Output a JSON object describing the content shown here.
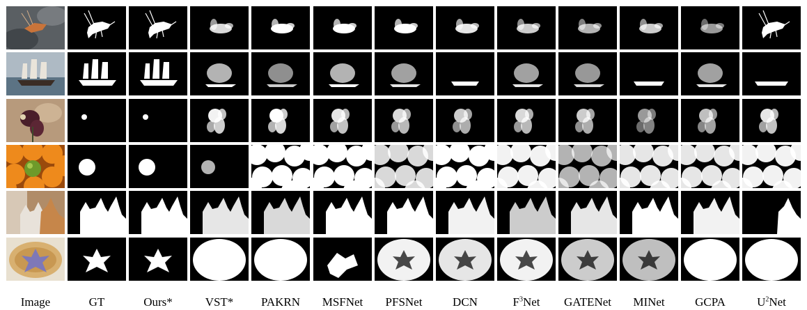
{
  "figure": {
    "columns": [
      {
        "id": "image",
        "label": "Image"
      },
      {
        "id": "gt",
        "label": "GT"
      },
      {
        "id": "ours",
        "label": "Ours*"
      },
      {
        "id": "vst",
        "label": "VST*"
      },
      {
        "id": "pakrn",
        "label": "PAKRN"
      },
      {
        "id": "msfnet",
        "label": "MSFNet"
      },
      {
        "id": "pfsnet",
        "label": "PFSNet"
      },
      {
        "id": "dcn",
        "label": "DCN"
      },
      {
        "id": "f3net",
        "label": "F",
        "sup": "3",
        "suffix": "Net"
      },
      {
        "id": "gatenet",
        "label": "GATENet"
      },
      {
        "id": "minet",
        "label": "MINet"
      },
      {
        "id": "gcpa",
        "label": "GCPA"
      },
      {
        "id": "u2net",
        "label": "U",
        "sup": "2",
        "suffix": "Net"
      }
    ],
    "rows": [
      {
        "id": "shrimp",
        "photo": "shrimp-on-rock"
      },
      {
        "id": "ship",
        "photo": "sailing-ship"
      },
      {
        "id": "flower",
        "photo": "dark-flower"
      },
      {
        "id": "oranges",
        "photo": "oranges-with-green-apple"
      },
      {
        "id": "cats",
        "photo": "cats-at-window"
      },
      {
        "id": "starfish",
        "photo": "starfish-in-nest"
      }
    ]
  }
}
